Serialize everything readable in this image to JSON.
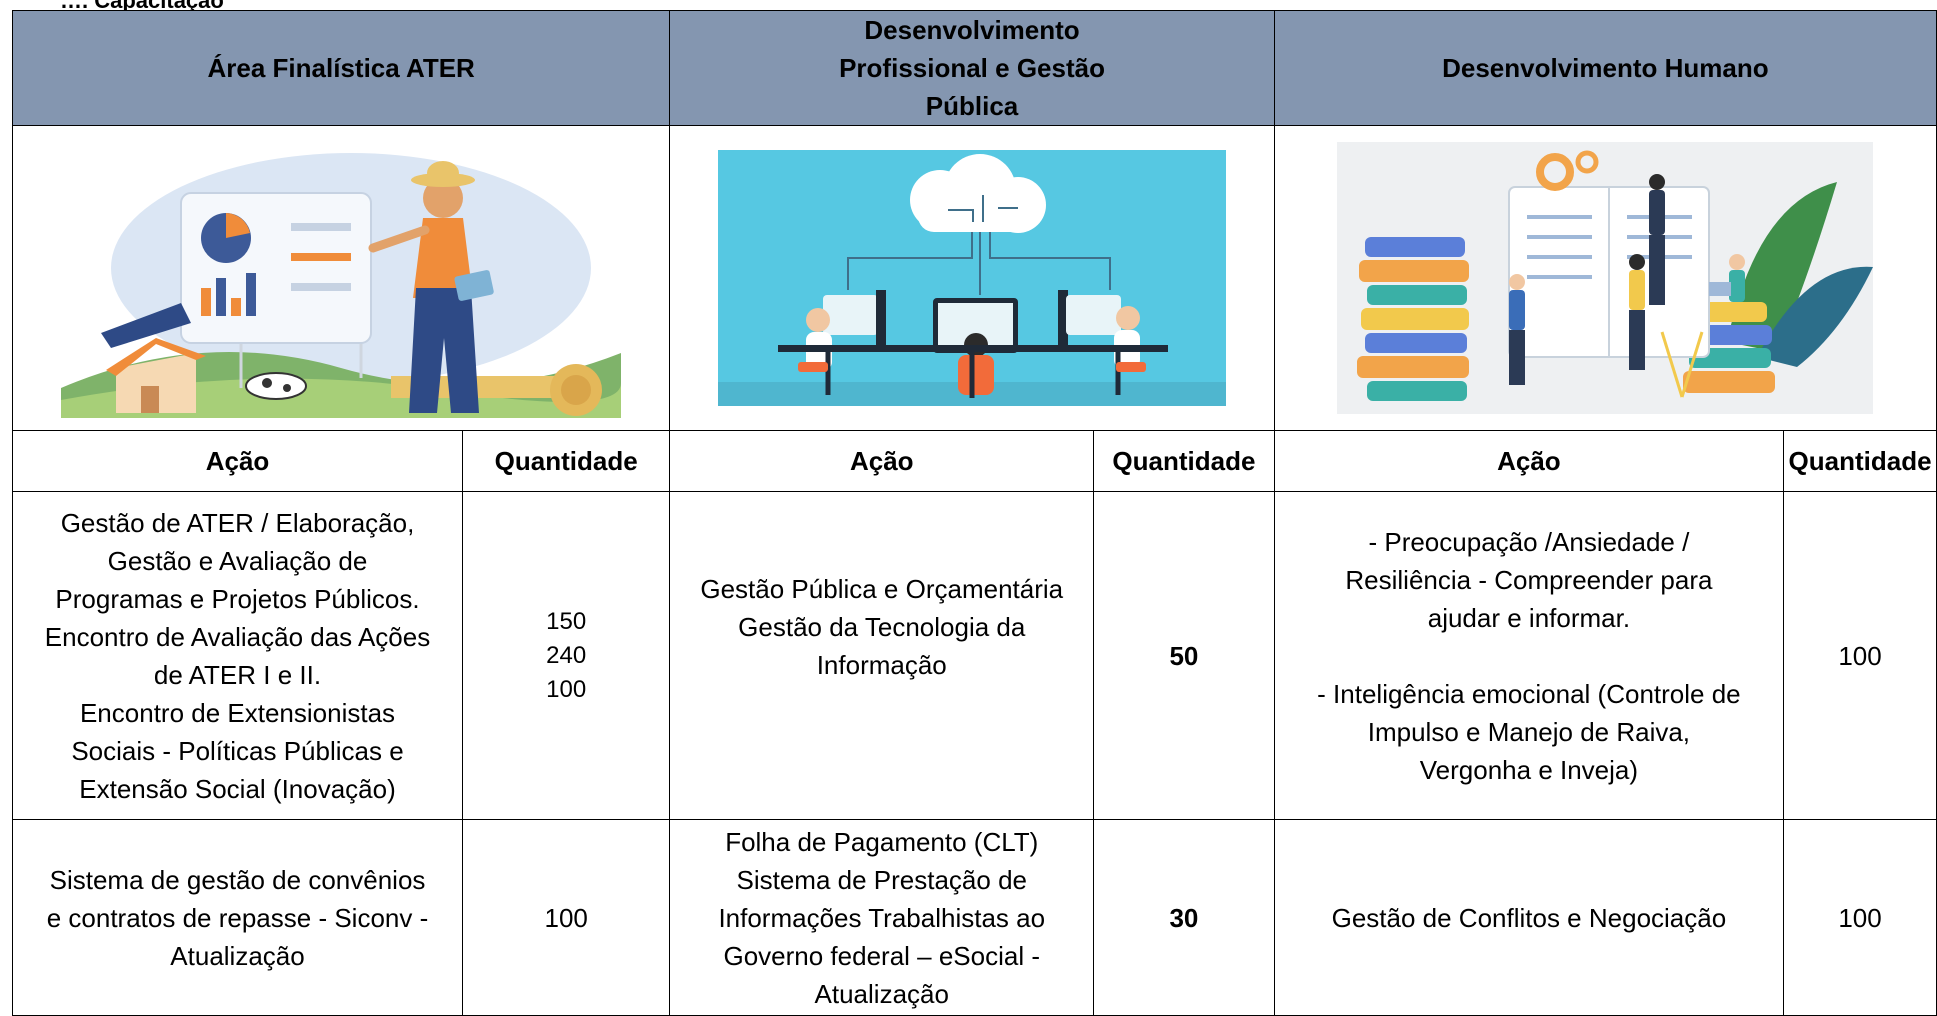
{
  "caption": "…. Capacitação",
  "areas": [
    {
      "title": "Área Finalística ATER"
    },
    {
      "title": "Desenvolvimento Profissional e Gestão Pública"
    },
    {
      "title": "Desenvolvimento Humano"
    }
  ],
  "column_headers": {
    "acao": "Ação",
    "quantidade": "Quantidade"
  },
  "rows": [
    {
      "ater_acao": "Gestão de ATER / Elaboração,\nGestão e Avaliação de\nProgramas e Projetos Públicos.\nEncontro de Avaliação das Ações\nde ATER I e II.\nEncontro de Extensionistas\nSociais - Políticas Públicas e\nExtensão Social (Inovação)",
      "ater_qtd": "150\n240\n100",
      "gestao_acao": "Gestão Pública e Orçamentária\nGestão da Tecnologia da\nInformação",
      "gestao_qtd": "50",
      "humano_acao": "- Preocupação /Ansiedade /\nResiliência - Compreender para\najudar e informar.\n\n- Inteligência emocional (Controle de\nImpulso e Manejo de Raiva,\nVergonha e Inveja)",
      "humano_qtd": "100"
    },
    {
      "ater_acao": "Sistema de gestão de convênios\ne contratos de repasse - Siconv -\nAtualização",
      "ater_qtd": "100",
      "gestao_acao": "Folha de Pagamento (CLT)\nSistema de Prestação de\nInformações Trabalhistas ao\nGoverno federal – eSocial -\nAtualização",
      "gestao_qtd": "30",
      "humano_acao": "Gestão de Conflitos e Negociação",
      "humano_qtd": "100"
    }
  ],
  "colors": {
    "header_bg": "#8496b0",
    "border": "#000000"
  }
}
